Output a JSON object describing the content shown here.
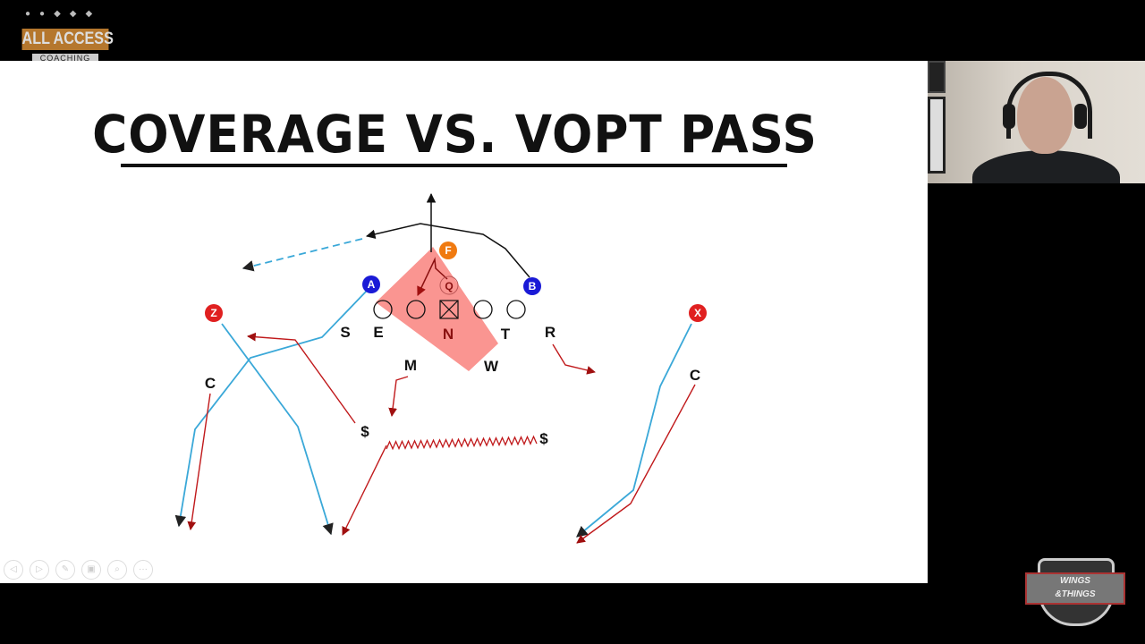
{
  "brand_top_left": {
    "name": "ALL ACCESS",
    "sub": "COACHING"
  },
  "brand_bottom_right": {
    "line1": "WINGS",
    "line2": "&THINGS"
  },
  "slide": {
    "title": "COVERAGE VS. VOPT PASS",
    "players": {
      "F": "F",
      "Q": "Q",
      "A": "A",
      "B": "B",
      "Z": "Z",
      "X": "X"
    },
    "labels": {
      "S": "S",
      "E": "E",
      "N": "N",
      "T": "T",
      "R": "R",
      "M": "M",
      "W": "W",
      "C_left": "C",
      "C_right": "C",
      "dollar_left": "$",
      "dollar_right": "$"
    },
    "colors": {
      "offense_blue": "#1a1ad6",
      "receiver_red": "#e02020",
      "qb_orange": "#f07a10",
      "route_blue": "#3aa8d8",
      "defense_red": "#c0191b",
      "zone_fill": "#f98a85"
    }
  },
  "controls": [
    {
      "icon": "previous-icon",
      "glyph": "◁"
    },
    {
      "icon": "next-icon",
      "glyph": "▷"
    },
    {
      "icon": "pen-icon",
      "glyph": "✎"
    },
    {
      "icon": "slides-icon",
      "glyph": "▣"
    },
    {
      "icon": "zoom-icon",
      "glyph": "⌕"
    },
    {
      "icon": "more-icon",
      "glyph": "···"
    }
  ]
}
